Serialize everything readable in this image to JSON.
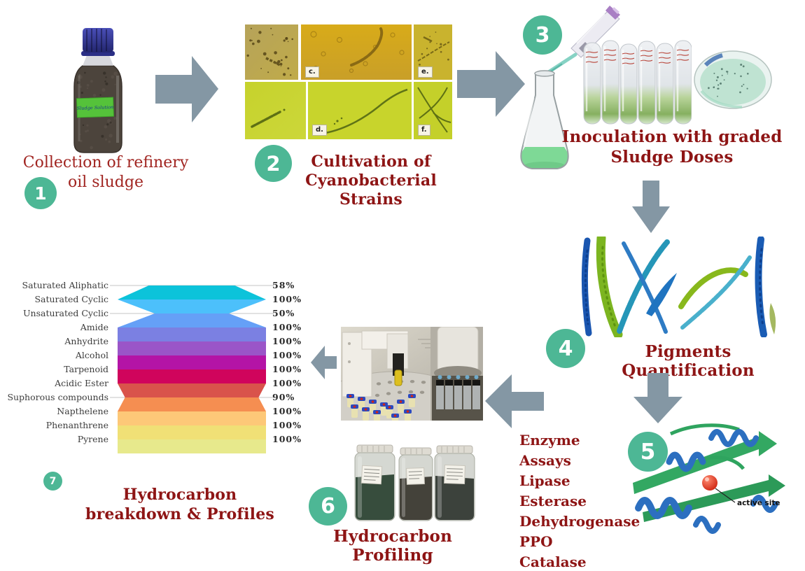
{
  "figure": {
    "type": "workflow-diagram",
    "colors": {
      "arrow": "#8497a4",
      "step_circle": "#4db795",
      "title_red": "#8e1515",
      "step1_red": "#a12521"
    }
  },
  "steps": {
    "s1": {
      "number": "1",
      "title_line1": "Collection of refinery",
      "title_line2": "oil sludge",
      "bottle_label": "Sludge Solution"
    },
    "s2": {
      "number": "2",
      "title_line1": "Cultivation of",
      "title_line2": "Cyanobacterial Strains",
      "panel_labels": [
        "c.",
        "e.",
        "d.",
        "f."
      ]
    },
    "s3": {
      "number": "3",
      "title_line1": "Inoculation with graded",
      "title_line2": "Sludge Doses"
    },
    "s4": {
      "number": "4",
      "title": "Pigments Quantification"
    },
    "s5": {
      "number": "5",
      "lines": [
        "Enzyme Assays",
        "Lipase",
        "Esterase",
        "Dehydrogenase",
        "PPO",
        "Catalase"
      ],
      "annotation": "active site"
    },
    "s6": {
      "number": "6",
      "title": "Hydrocarbon Profiling"
    },
    "s7": {
      "number": "7",
      "title_line1": "Hydrocarbon",
      "title_line2": "breakdown & Profiles"
    }
  },
  "chart_data": {
    "type": "funnel",
    "title": "Hydrocarbon breakdown & Profiles",
    "categories": [
      "Saturated Aliphatic",
      "Saturated Cyclic",
      "Unsaturated Cyclic",
      "Amide",
      "Anhydrite",
      "Alcohol",
      "Tarpenoid",
      "Acidic Ester",
      "Suphorous compounds",
      "Napthelene",
      "Phenanthrene",
      "Pyrene"
    ],
    "values": [
      58,
      100,
      50,
      100,
      100,
      100,
      100,
      100,
      90,
      100,
      100,
      100
    ],
    "unit": "%",
    "band_colors": [
      "#0cc3da",
      "#4cc0fb",
      "#65a0f7",
      "#7b80e2",
      "#9a55c8",
      "#b414a6",
      "#d0045c",
      "#d9534b",
      "#f58e51",
      "#fdc878",
      "#f0e076",
      "#e7e98c"
    ],
    "grid": "boundary-lines-at-non-100"
  }
}
